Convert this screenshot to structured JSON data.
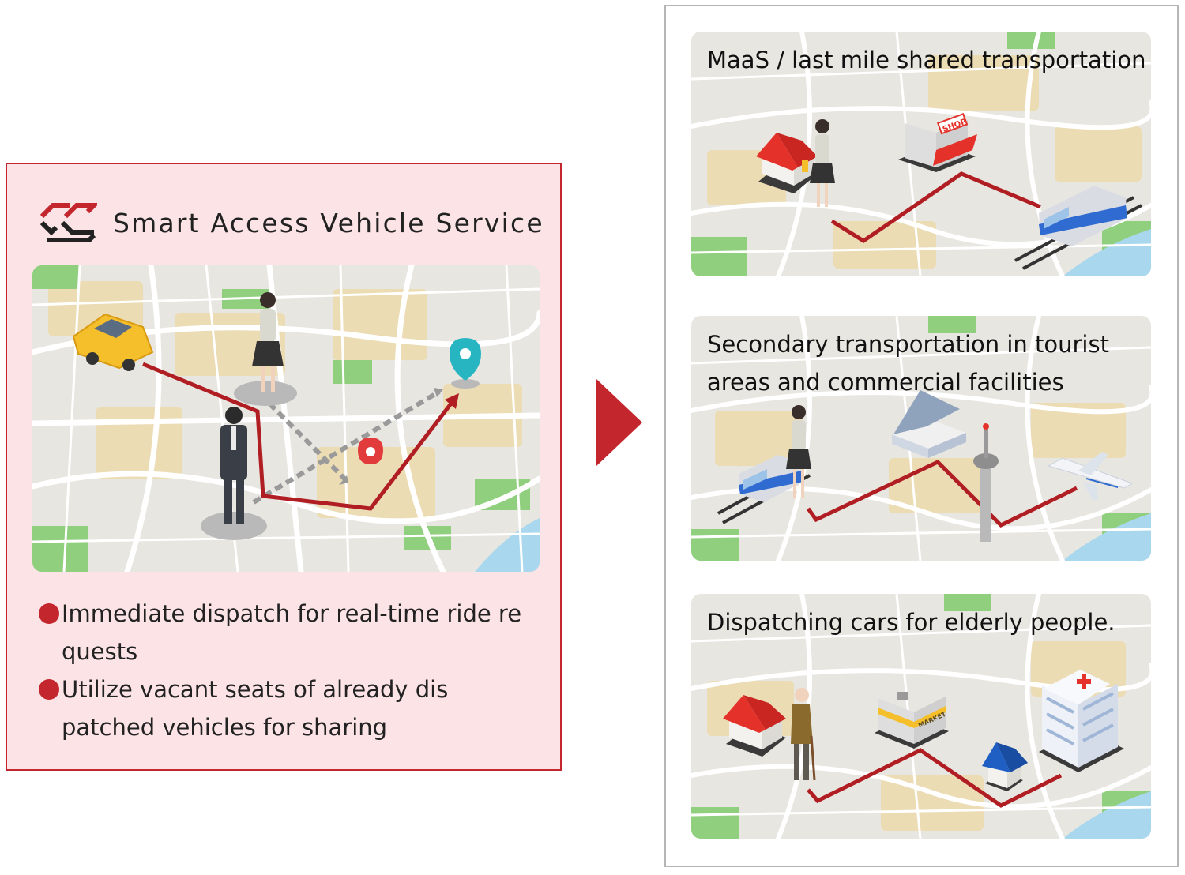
{
  "brand": {
    "name": "Smart Access Vehicle Service",
    "logo_icon": "sav-logo-icon"
  },
  "features": [
    {
      "text": "Immediate dispatch for real-time ride re quests"
    },
    {
      "text": "Utilize vacant seats of already dis patched vehicles for sharing"
    }
  ],
  "panels": [
    {
      "title": "MaaS / last mile shared transportation",
      "sign": "SHOP"
    },
    {
      "title": "Secondary transportation in tourist areas and commercial facilities"
    },
    {
      "title": "Dispatching cars for elderly people.",
      "sign": "MARKET"
    }
  ],
  "colors": {
    "accent": "#c3262d",
    "route": "#b01e24",
    "box_bg": "#fbe3e6",
    "map_bg": "#e8e6e0",
    "road": "#ffffff",
    "park": "#8fcf7d",
    "water": "#a9d8ee",
    "block": "#ecdcb4"
  }
}
